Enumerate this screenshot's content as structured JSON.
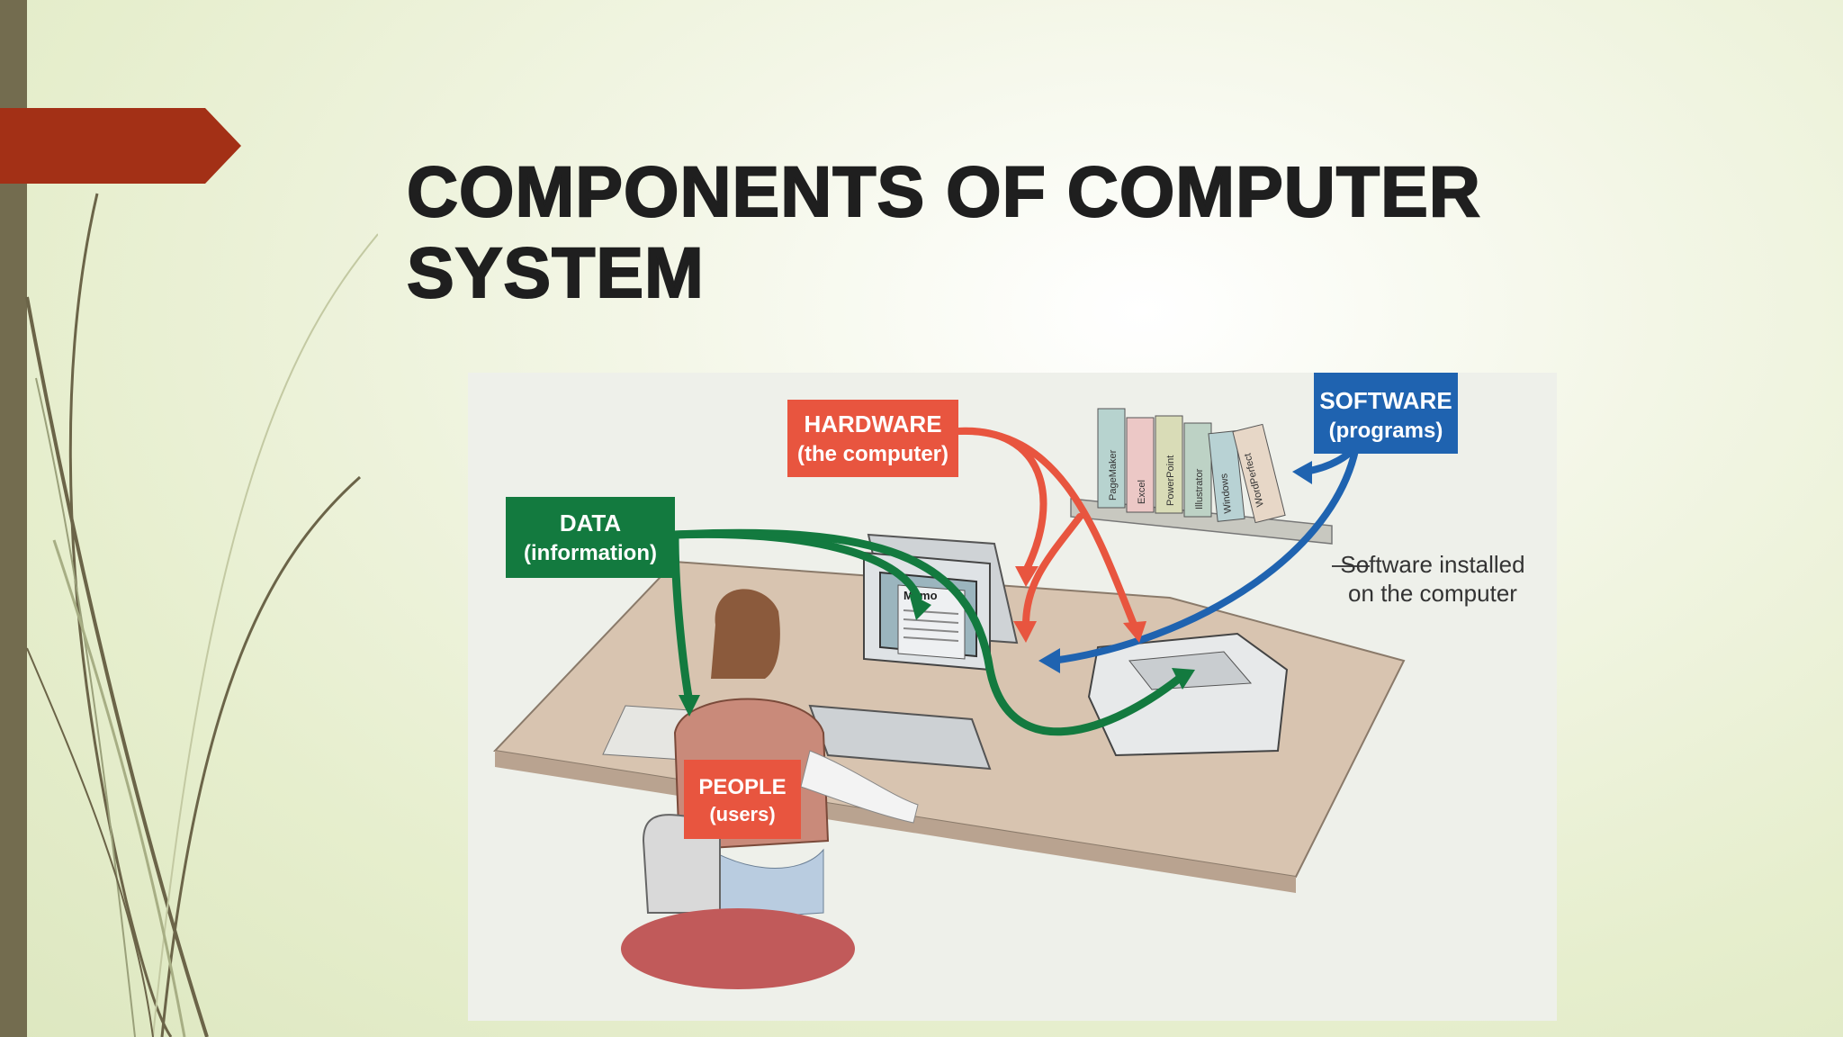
{
  "slide": {
    "title": "COMPONENTS OF COMPUTER SYSTEM"
  },
  "diagram": {
    "labels": {
      "hardware": {
        "title": "HARDWARE",
        "subtitle": "(the computer)"
      },
      "software": {
        "title": "SOFTWARE",
        "subtitle": "(programs)"
      },
      "data": {
        "title": "DATA",
        "subtitle": "(information)"
      },
      "people": {
        "title": "PEOPLE",
        "subtitle": "(users)"
      }
    },
    "software_note": {
      "line1": "Software installed",
      "line2": "on the computer"
    },
    "screen_text": "Memo",
    "book_spines": [
      "PageMaker",
      "Excel",
      "PowerPoint",
      "Illustrator",
      "Windows",
      "WordPerfect"
    ]
  },
  "colors": {
    "accent_red": "#a33016",
    "side_bar": "#736c4f",
    "hardware_red": "#e8553f",
    "software_blue": "#1f63b0",
    "data_green": "#137a3f",
    "people_red": "#e8553f"
  }
}
